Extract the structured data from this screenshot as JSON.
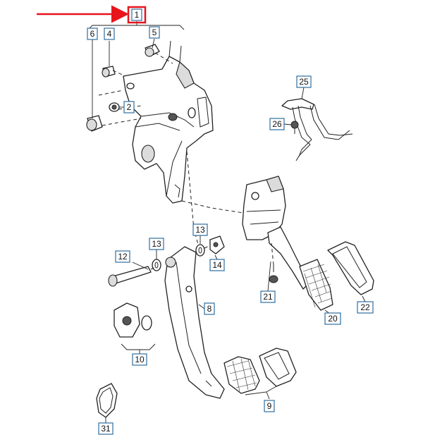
{
  "labels": [
    {
      "id": "1",
      "text": "1"
    },
    {
      "id": "2",
      "text": "2"
    },
    {
      "id": "4",
      "text": "4"
    },
    {
      "id": "5",
      "text": "5"
    },
    {
      "id": "6",
      "text": "6"
    },
    {
      "id": "8",
      "text": "8"
    },
    {
      "id": "9",
      "text": "9"
    },
    {
      "id": "10",
      "text": "10"
    },
    {
      "id": "12",
      "text": "12"
    },
    {
      "id": "13a",
      "text": "13"
    },
    {
      "id": "13b",
      "text": "13"
    },
    {
      "id": "14",
      "text": "14"
    },
    {
      "id": "20",
      "text": "20"
    },
    {
      "id": "21",
      "text": "21"
    },
    {
      "id": "22",
      "text": "22"
    },
    {
      "id": "25",
      "text": "25"
    },
    {
      "id": "26",
      "text": "26"
    },
    {
      "id": "31",
      "text": "31"
    }
  ],
  "highlight": {
    "target": "1",
    "color": "#e8141c"
  },
  "colors": {
    "label_border": "#2f6f9f",
    "line": "#222222"
  }
}
